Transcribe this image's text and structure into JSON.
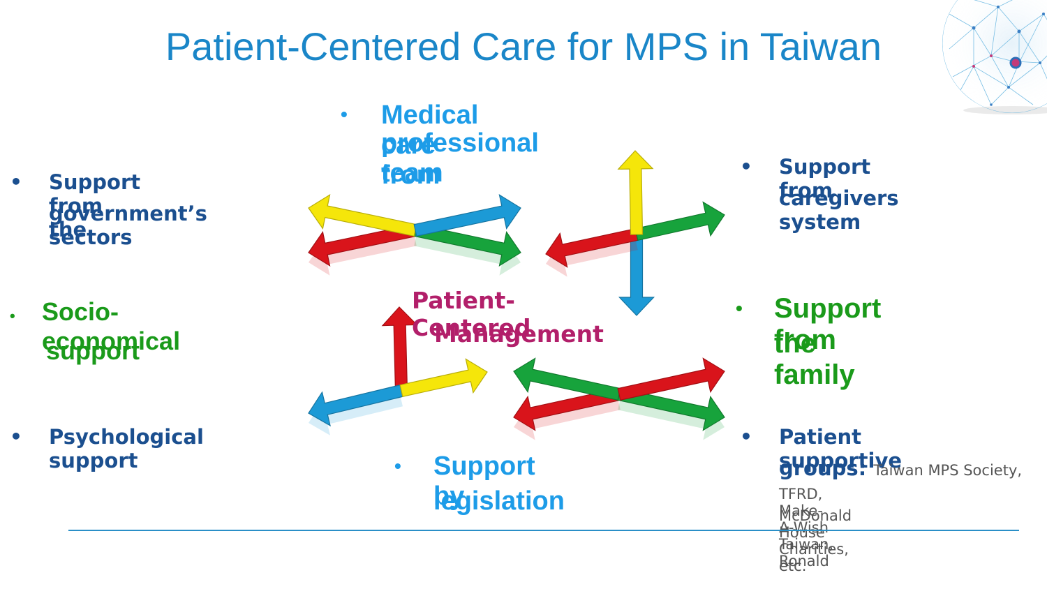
{
  "title": "Patient-Centered Care for MPS in Taiwan",
  "center": {
    "line1": "Patient-Centered",
    "line2": "Management"
  },
  "items": {
    "medical": {
      "line1": "Medical care from",
      "line2": "professional team"
    },
    "government": {
      "line1": "Support from the",
      "line2": "government’s sectors"
    },
    "caregivers": {
      "line1": "Support from",
      "line2": "caregivers system"
    },
    "socio": {
      "line1": "Socio-economical",
      "line2": "support"
    },
    "family": {
      "line1": "Support from",
      "line2": "the family"
    },
    "psychological": {
      "line1": "Psychological support"
    },
    "legislation": {
      "line1": "Support by",
      "line2": "legislation"
    },
    "groups": {
      "line1": "Patient supportive",
      "line2_bold": "groups:",
      "line2_rest": "Taiwan MPS Society,",
      "line3": "TFRD, Make-A-Wish Taiwan, Ronald",
      "line4": "McDonald House Charities, etc."
    }
  },
  "bullet_symbol": "•",
  "colors": {
    "title": "#1a86c8",
    "navy_text": "#1b4f8f",
    "light_blue_text": "#1d9ce8",
    "green_text": "#1a9a1a",
    "magenta_text": "#b21f6a",
    "arrow_red": "#d9141b",
    "arrow_yellow": "#f5e60a",
    "arrow_blue": "#1c9ad6",
    "arrow_green": "#17a33c"
  },
  "icons": [
    "network-globe-icon"
  ]
}
